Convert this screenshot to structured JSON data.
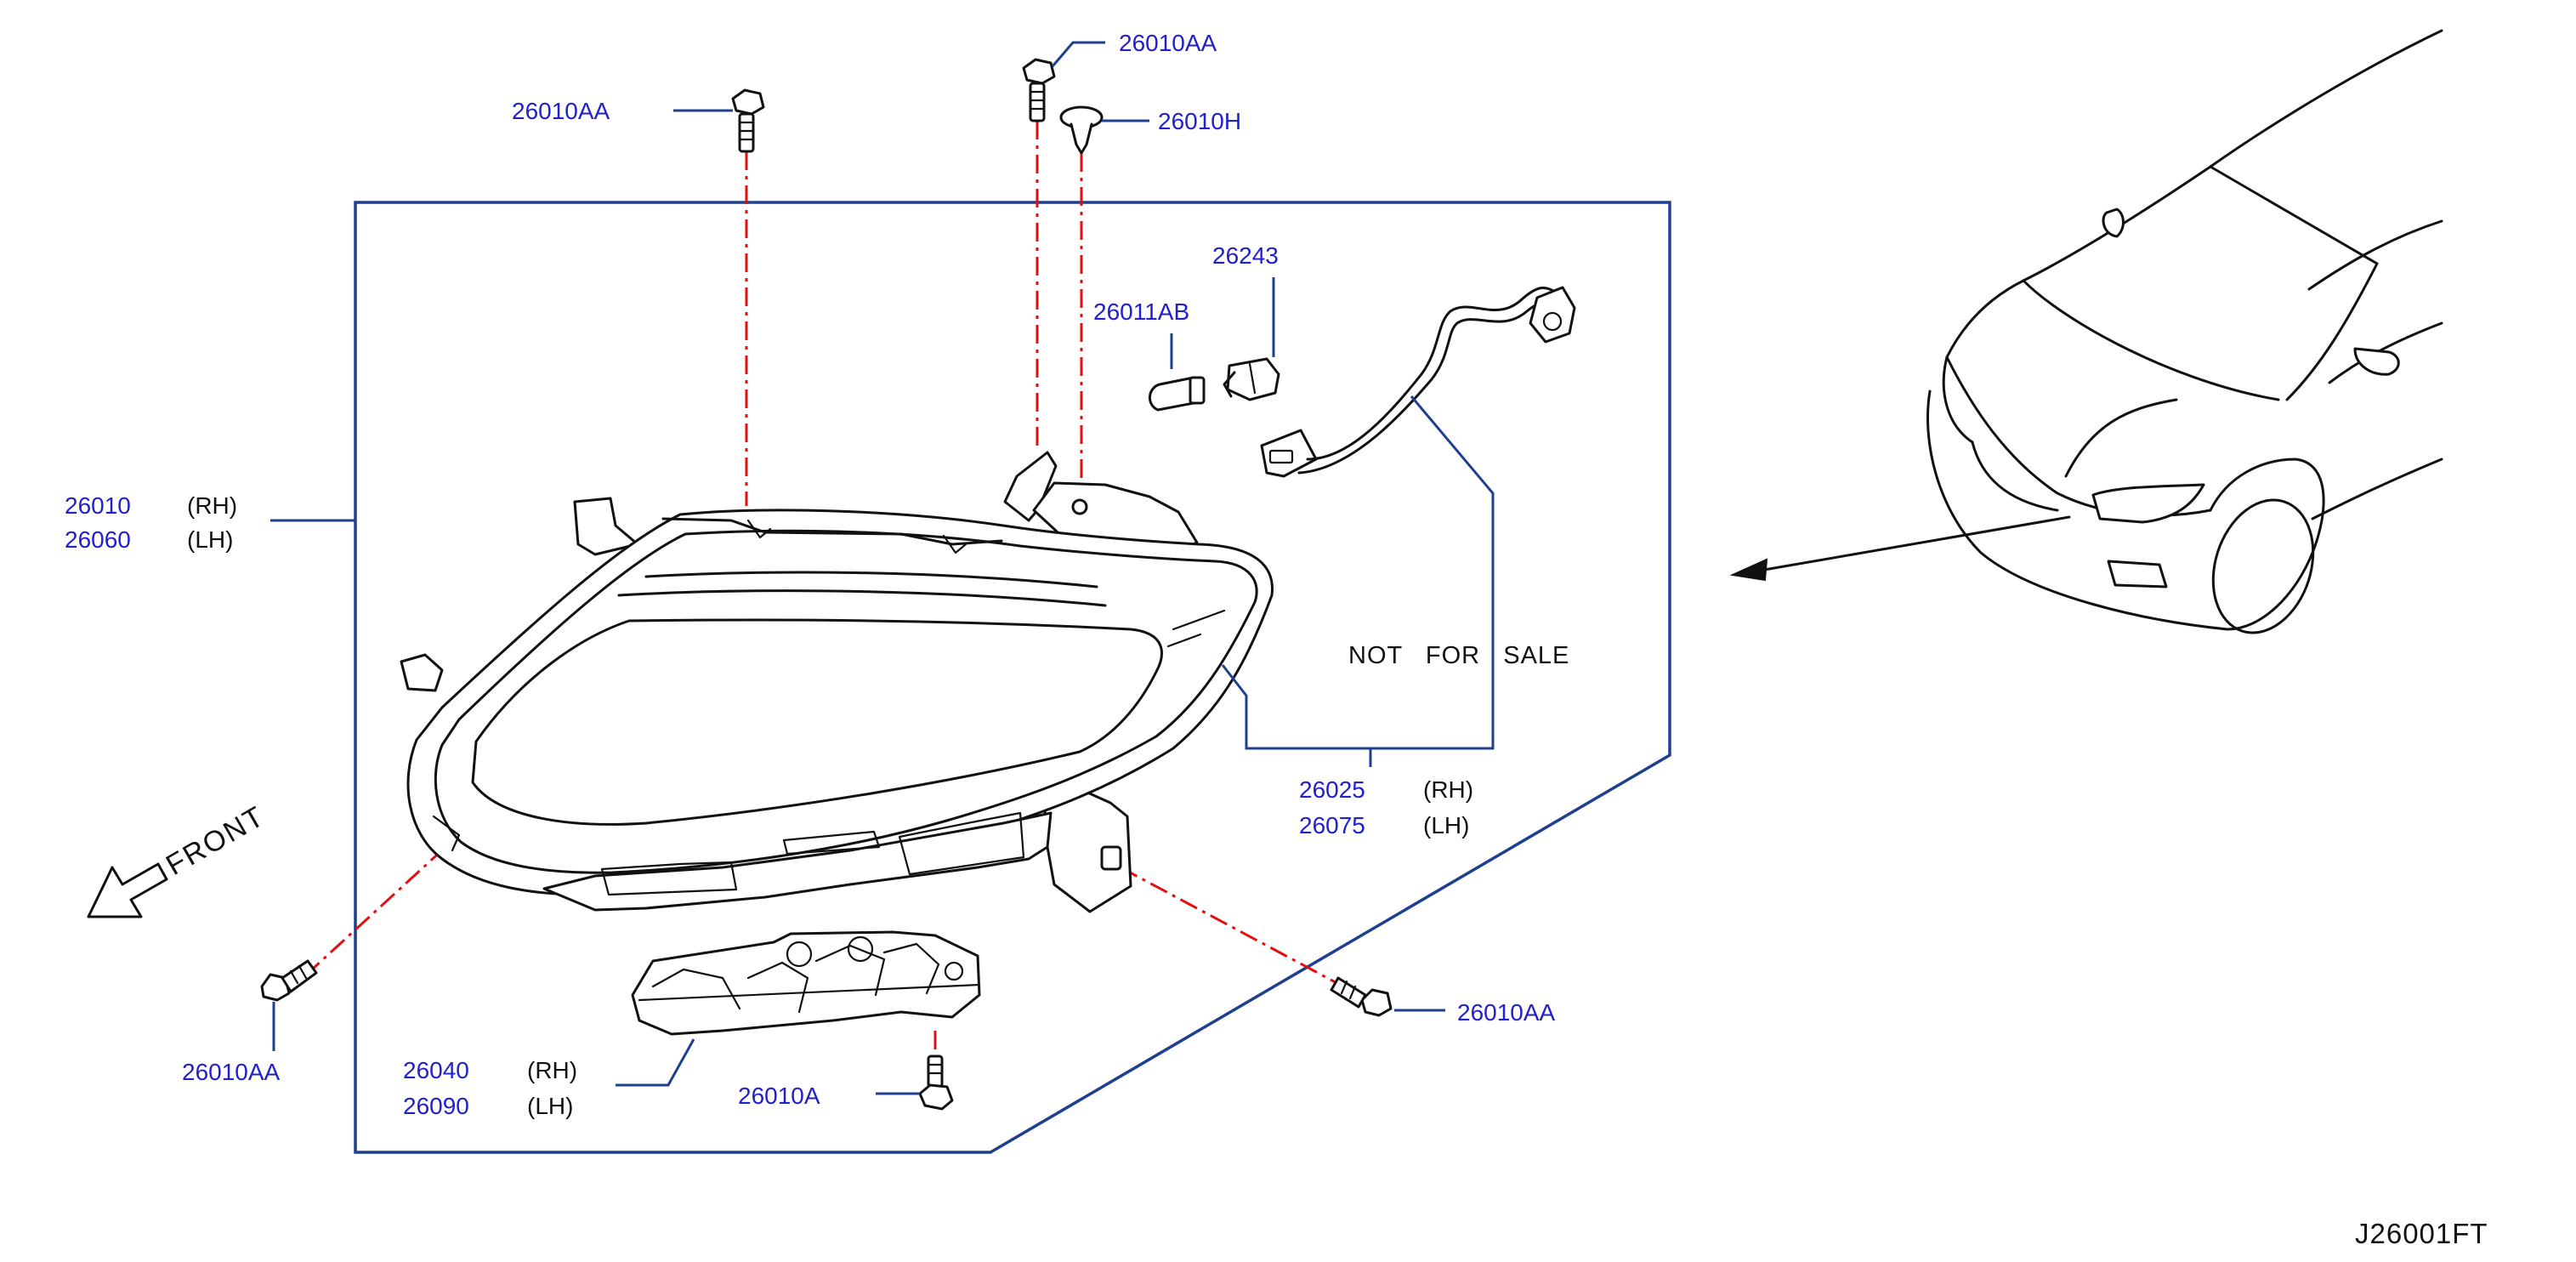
{
  "labels": {
    "headlamp_rh_no": "26010",
    "headlamp_rh_side": "(RH)",
    "headlamp_lh_no": "26060",
    "headlamp_lh_side": "(LH)",
    "bolt_top_left": "26010AA",
    "bolt_top_mid": "26010AA",
    "clip_top": "26010H",
    "socket": "26243",
    "bulb": "26011AB",
    "harness_rh_no": "26025",
    "harness_rh_side": "(RH)",
    "harness_lh_no": "26075",
    "harness_lh_side": "(LH)",
    "not_for_sale": "NOT   FOR   SALE",
    "bolt_right": "26010AA",
    "bolt_bottom": "26010A",
    "bracket_rh_no": "26040",
    "bracket_rh_side": "(RH)",
    "bracket_lh_no": "26090",
    "bracket_lh_side": "(LH)",
    "bolt_left": "26010AA",
    "front": "FRONT",
    "reference": "J26001FT"
  },
  "colors": {
    "part_number": "#2121cc",
    "leader": "#1f3f8f",
    "mount_line": "#e01010",
    "drawing": "#111111"
  }
}
